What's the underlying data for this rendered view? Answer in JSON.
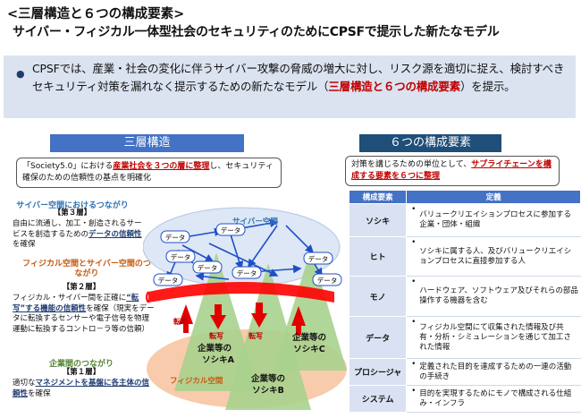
{
  "title": {
    "line1": "<三層構造と６つの構成要素>",
    "line2": "サイバー・フィジカル一体型社会のセキュリティのためにCPSFで提示した新たなモデル"
  },
  "summary": {
    "bullet": "●",
    "text_before": "CPSFでは、産業・社会の変化に伴うサイバー攻撃の脅威の増大に対し、リスク源を適切に捉え、検討すべきセキュリティ対策を漏れなく提示するための新たなモデル（",
    "highlight": "三層構造と６つの構成要素",
    "text_after": "）を提示。"
  },
  "left_section": {
    "band": "三層構造",
    "callout": {
      "pre": "「Society5.0」における",
      "em": "産業社会を３つの層に整理",
      "post": "し、セキュリティ確保のための信頼性の基点を明確化"
    },
    "cyber": {
      "heading": "サイバー空間におけるつながり",
      "layer": "【第３層】",
      "text_pre": "自由に流通し、加工・創造されるサービスを創造するための",
      "text_em": "データの信頼性",
      "text_post": "を確保"
    },
    "physical": {
      "heading": "フィジカル空間とサイバー空間のつながり",
      "layer": "【第２層】",
      "text_pre": "フィジカル・サイバー間を正確に",
      "text_em": "“転写”する機能の信頼性",
      "text_post": "を確保（現実をデータに転換するセンサーや電子信号を物理運動に転換するコントロ－ラ等の信頼）"
    },
    "enterprise": {
      "heading": "企業間のつながり",
      "layer": "【第１層】",
      "text_pre": "適切な",
      "text_em": "マネジメントを基盤に各主体の信頼性",
      "text_post": "を確保"
    }
  },
  "diagram": {
    "cyber_space_label": "サイバー空間",
    "physical_space_label": "フィジカル空間",
    "data_label": "データ",
    "transfer_label": "転写",
    "org_a": [
      "企業等の",
      "ソシキA"
    ],
    "org_b": [
      "企業等の",
      "ソシキB"
    ],
    "org_c": [
      "企業等の",
      "ソシキC"
    ]
  },
  "right_section": {
    "band": "６つの構成要素",
    "callout": {
      "pre": "対策を講じるための単位として、",
      "em": "サプライチェーンを構成する要素を６つに整理"
    },
    "table": {
      "headers": [
        "構成要素",
        "定義"
      ],
      "rows": [
        {
          "element": "ソシキ",
          "definition": "バリュークリエイションプロセスに参加する企業・団体・組織"
        },
        {
          "element": "ヒト",
          "definition": "ソシキに属する人、及びバリュークリエイションプロセスに直接参加する人"
        },
        {
          "element": "モノ",
          "definition": "ハードウェア、ソフトウェア及びそれらの部品 操作する機器を含む"
        },
        {
          "element": "データ",
          "definition": "フィジカル空間にて収集された情報及び共有・分析・シミュレーションを通じて加工された情報"
        },
        {
          "element": "プロシージャ",
          "definition": "定義された目的を達成するための一連の活動の手続き"
        },
        {
          "element": "システム",
          "definition": "目的を実現するためにモノで構成される仕組み・インフラ"
        }
      ]
    }
  }
}
